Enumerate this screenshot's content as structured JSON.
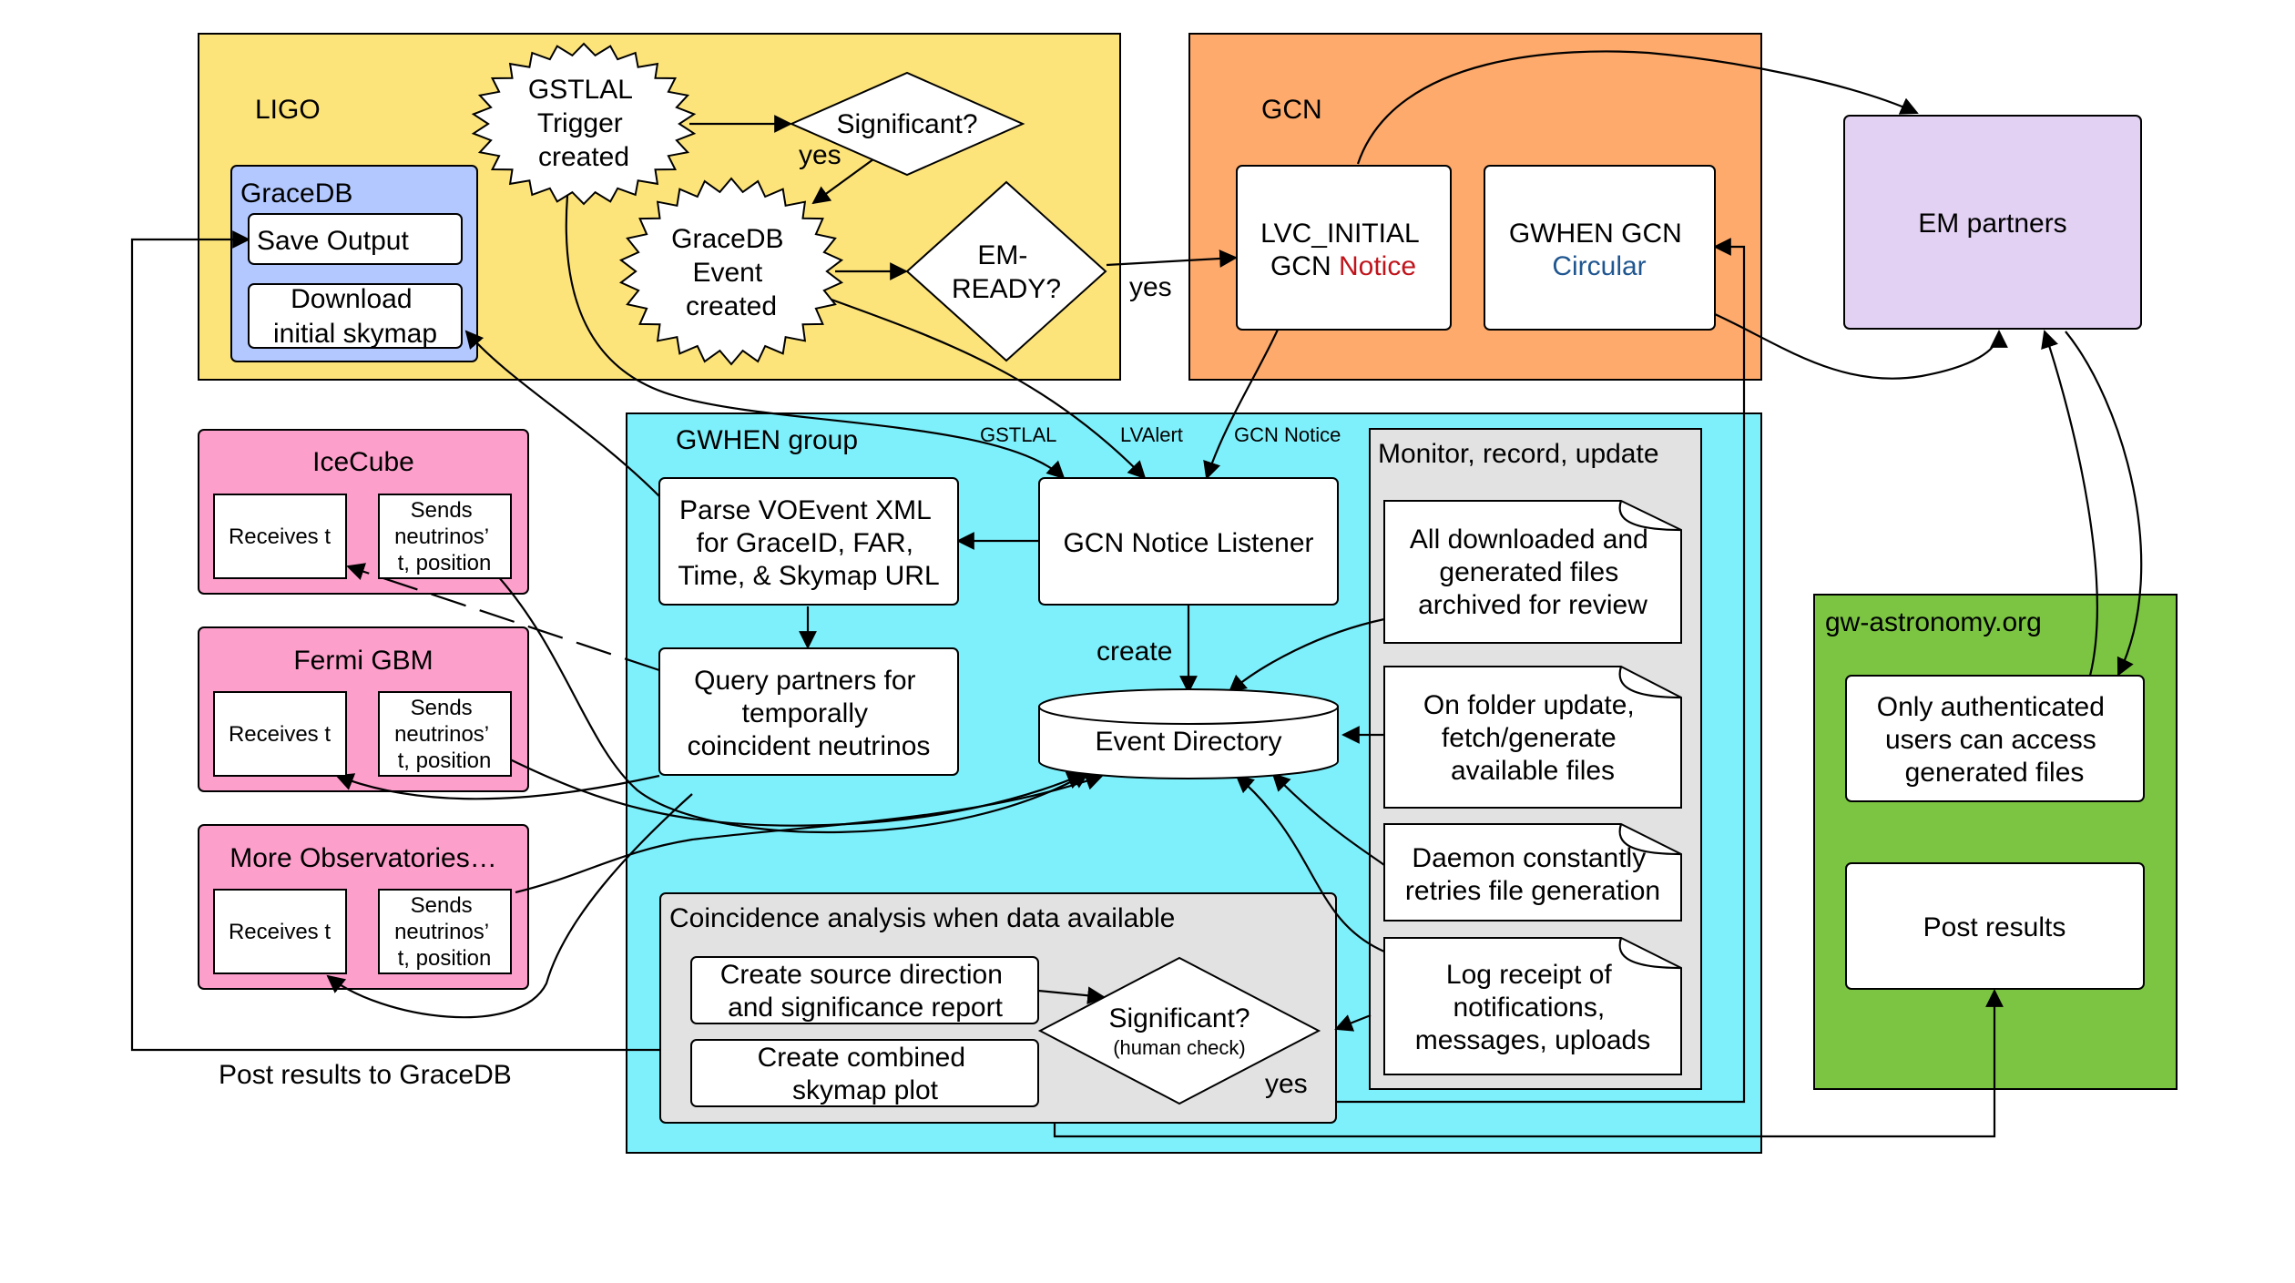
{
  "colors": {
    "ligo": "#fde47a",
    "gracedb": "#b3c8ff",
    "gcn": "#fdaa6c",
    "gwhen": "#7ef0fb",
    "em": "#e2d1f3",
    "gwastro": "#7cc543",
    "obs": "#fd9fcb",
    "gray": "#e2e2e2",
    "notice_red": "#c0141c",
    "circular_blue": "#1f5690"
  },
  "ligo": {
    "title": "LIGO",
    "gracedb_title": "GraceDB",
    "save_output": "Save Output",
    "download": [
      "Download",
      "initial skymap"
    ],
    "trigger": [
      "GSTLAL",
      "Trigger",
      "created"
    ],
    "significant": "Significant?",
    "yes": "yes",
    "event": [
      "GraceDB",
      "Event",
      "created"
    ],
    "em_ready": [
      "EM-",
      "READY?"
    ]
  },
  "gcn": {
    "title": "GCN",
    "notice": [
      "LVC_INITIAL",
      "GCN ",
      "Notice"
    ],
    "circular": [
      "GWHEN GCN",
      "Circular"
    ]
  },
  "em_partners": "EM partners",
  "gwastro": {
    "title": "gw-astronomy.org",
    "auth": [
      "Only authenticated",
      "users can access",
      "generated files"
    ],
    "post": "Post results"
  },
  "observatories": [
    {
      "title": "IceCube",
      "receives": "Receives t",
      "sends": [
        "Sends",
        "neutrinos’",
        "t, position"
      ]
    },
    {
      "title": "Fermi GBM",
      "receives": "Receives t",
      "sends": [
        "Sends",
        "neutrinos’",
        "t, position"
      ]
    },
    {
      "title": "More Observatories…",
      "receives": "Receives t",
      "sends": [
        "Sends",
        "neutrinos’",
        "t, position"
      ]
    }
  ],
  "gwhen": {
    "title": "GWHEN group",
    "parse": [
      "Parse VOEvent XML",
      "for GraceID, FAR,",
      "Time, & Skymap URL"
    ],
    "query": [
      "Query partners for",
      "temporally",
      "coincident neutrinos"
    ],
    "listener": "GCN Notice Listener",
    "create": "create",
    "event_dir": "Event Directory",
    "coinc_title": "Coincidence analysis when data available",
    "source_report": [
      "Create source direction",
      "and significance report"
    ],
    "combined_plot": [
      "Create combined",
      "skymap plot"
    ],
    "significant": "Significant?",
    "human_check": "(human check)",
    "yes": "yes",
    "monitor_title": "Monitor, record, update",
    "archived": [
      "All downloaded and",
      "generated files",
      "archived for review"
    ],
    "folder_update": [
      "On folder update,",
      "fetch/generate",
      "available files"
    ],
    "daemon": [
      "Daemon constantly",
      "retries file generation"
    ],
    "log": [
      "Log receipt of",
      "notifications,",
      "messages, uploads"
    ]
  },
  "edge_labels": {
    "yes_em": "yes",
    "gstlal": "GSTLAL",
    "lvalert": "LVAlert",
    "gcn_notice": "GCN Notice",
    "post_gracedb": "Post results to GraceDB"
  }
}
